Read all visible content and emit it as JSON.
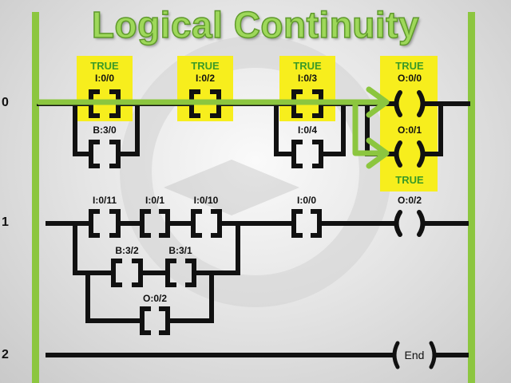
{
  "title": "Logical Continuity",
  "rung_numbers": [
    "0",
    "1",
    "2"
  ],
  "rung0": {
    "i0_0": {
      "address": "I:0/0",
      "state": "TRUE"
    },
    "i0_2": {
      "address": "I:0/2",
      "state": "TRUE"
    },
    "i0_3": {
      "address": "I:0/3",
      "state": "TRUE"
    },
    "b3_0": {
      "address": "B:3/0"
    },
    "i0_4": {
      "address": "I:0/4"
    },
    "o0_0": {
      "address": "O:0/0",
      "state": "TRUE"
    },
    "o0_1": {
      "address": "O:0/1",
      "state": "TRUE"
    }
  },
  "rung1": {
    "i0_11": "I:0/11",
    "i0_1": "I:0/1",
    "i0_10": "I:0/10",
    "b3_2": "B:3/2",
    "b3_1": "B:3/1",
    "o0_2_contact": "O:0/2",
    "i0_0": "I:0/0",
    "o0_2_coil": "O:0/2"
  },
  "rung2": {
    "end_label": "End"
  },
  "colors": {
    "rail": "#8cc63f",
    "highlight": "#f7ee1d",
    "true_text": "#3a9a27",
    "wire": "#111111",
    "arrow": "#8cc63f"
  }
}
